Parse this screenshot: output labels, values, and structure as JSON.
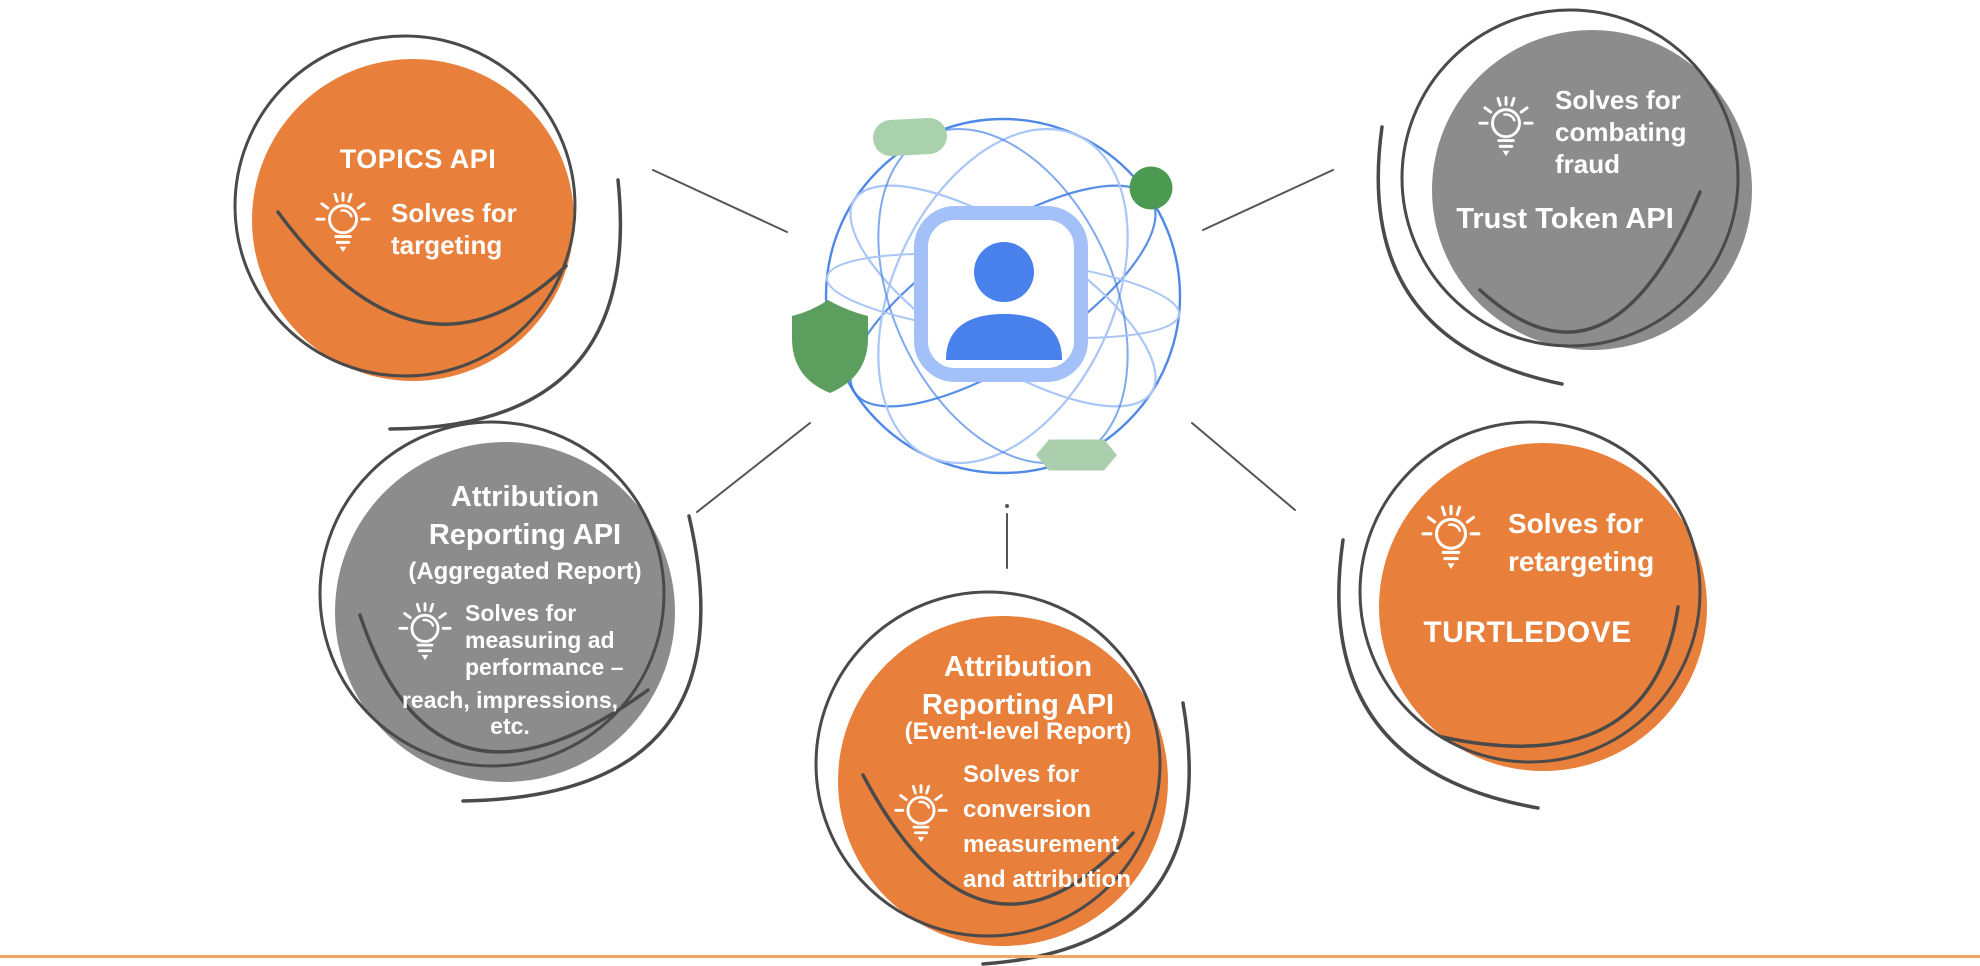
{
  "page": {
    "background": "#FFFFFF",
    "footer_divider_color": "#F0A661"
  },
  "colors": {
    "orange": "#E8803C",
    "gray": "#8C8C8C",
    "ring": "#4A4A4A",
    "connector": "#555555",
    "globe_blue": "#3D7BE3",
    "globe_blue_light": "#A9C6F7",
    "badge_border_blue": "#A3C1F8",
    "person_blue": "#4880EC",
    "shield_green": "#5B9E5E",
    "dot_green": "#4C9A52",
    "pill_green": "#A9D2AC",
    "hexagon_green": "#ABCFAC",
    "text_white": "#FFFFFF",
    "footer_line": "#F0A661"
  },
  "center": {
    "globe_icon": "network-globe-icon",
    "user_icon": "user-profile-icon",
    "shield_icon": "shield-icon",
    "accent_icons": [
      "green-dot-icon",
      "green-pill-icon",
      "green-hexagon-icon"
    ]
  },
  "nodes": {
    "topics": {
      "title": "TOPICS API",
      "icon": "lightbulb-icon",
      "solves": "Solves for\ntargeting",
      "fill": "#E8803C"
    },
    "trust_token": {
      "title": "Trust Token API",
      "icon": "lightbulb-icon",
      "solves": "Solves for\ncombating\nfraud",
      "fill": "#8C8C8C"
    },
    "attribution_aggregated": {
      "title": "Attribution\nReporting API",
      "subtitle": "(Aggregated Report)",
      "icon": "lightbulb-icon",
      "solves": "Solves for\nmeasuring ad\nperformance –",
      "solves_extra": "reach, impressions,\netc.",
      "fill": "#8C8C8C"
    },
    "attribution_event": {
      "title": "Attribution\nReporting API",
      "subtitle": "(Event-level Report)",
      "icon": "lightbulb-icon",
      "solves": "Solves for\nconversion\nmeasurement\nand attribution",
      "fill": "#E8803C"
    },
    "turtledove": {
      "title": "TURTLEDOVE",
      "icon": "lightbulb-icon",
      "solves": "Solves for\nretargeting",
      "fill": "#E8803C"
    }
  }
}
